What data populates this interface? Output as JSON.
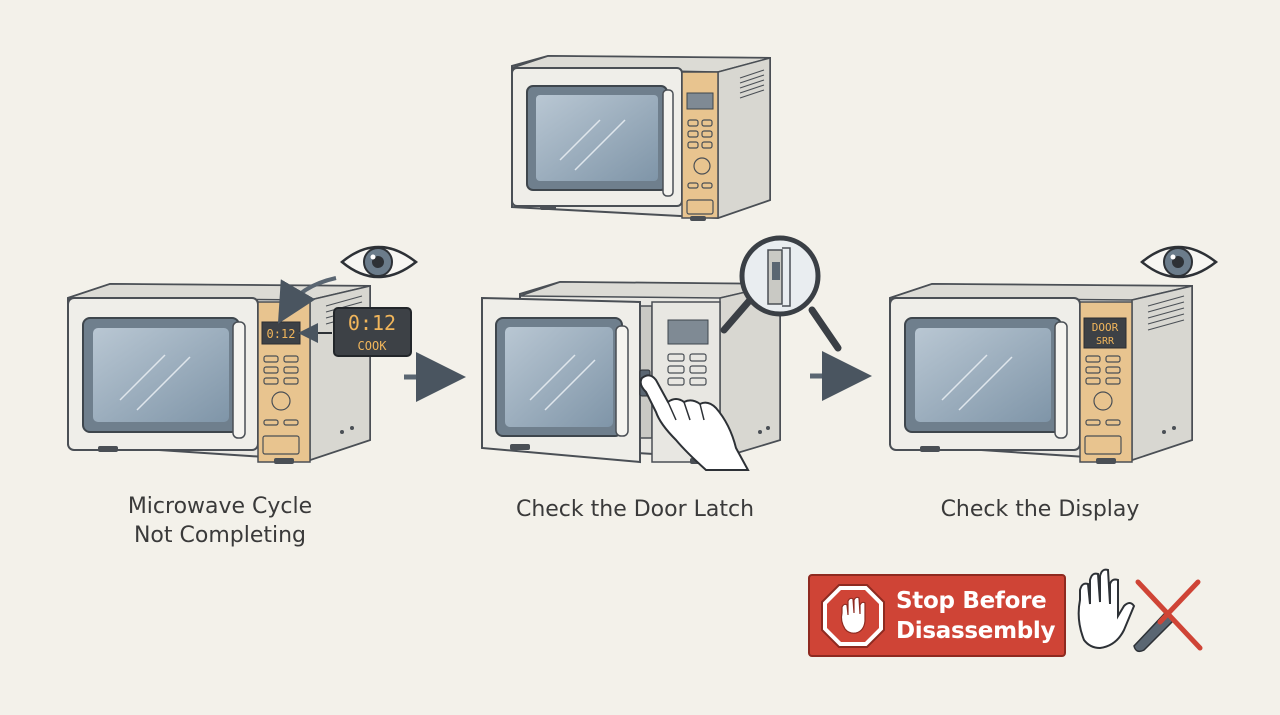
{
  "steps": [
    {
      "label": "Microwave Cycle\nNot Completing"
    },
    {
      "label": "Check the Door Latch"
    },
    {
      "label": "Check the Display"
    }
  ],
  "callout_display": {
    "time": "0:12",
    "mode": "COOK"
  },
  "small_display": {
    "time": "0:12"
  },
  "final_display": {
    "line1": "DOOR",
    "line2": "SRR"
  },
  "warning": {
    "text": "Stop Before\nDisassembly"
  },
  "icons": [
    "eye-icon",
    "magnifier-icon",
    "arrow-right-icon",
    "stop-hand-icon",
    "raised-hand-icon",
    "screwdriver-icon",
    "prohibited-cross-icon"
  ],
  "colors": {
    "background": "#f3f1ea",
    "panel": "#e8c48f",
    "window": "#8fa3b4",
    "warning_red": "#cf4436",
    "lcd_dark": "#3d4146"
  }
}
